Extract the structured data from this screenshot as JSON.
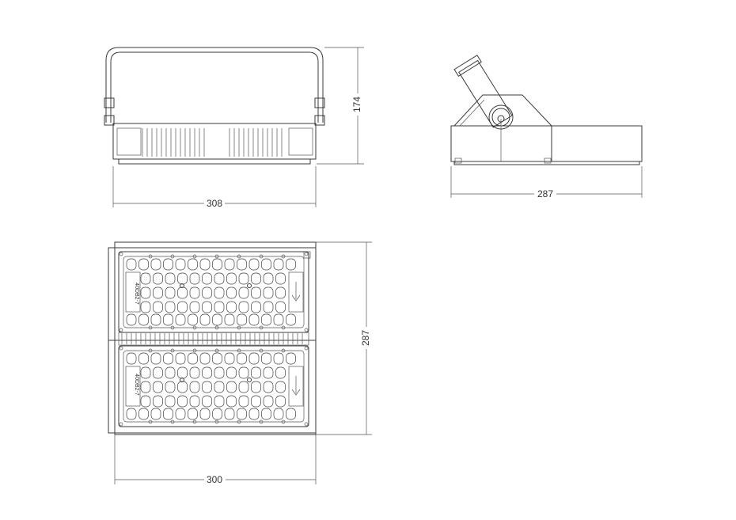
{
  "dimensions": {
    "front_width": "308",
    "front_height": "174",
    "side_length": "287",
    "bottom_height": "287",
    "bottom_width": "300"
  },
  "module_label": "40DB2-7",
  "line_color": "#3a3a3a"
}
